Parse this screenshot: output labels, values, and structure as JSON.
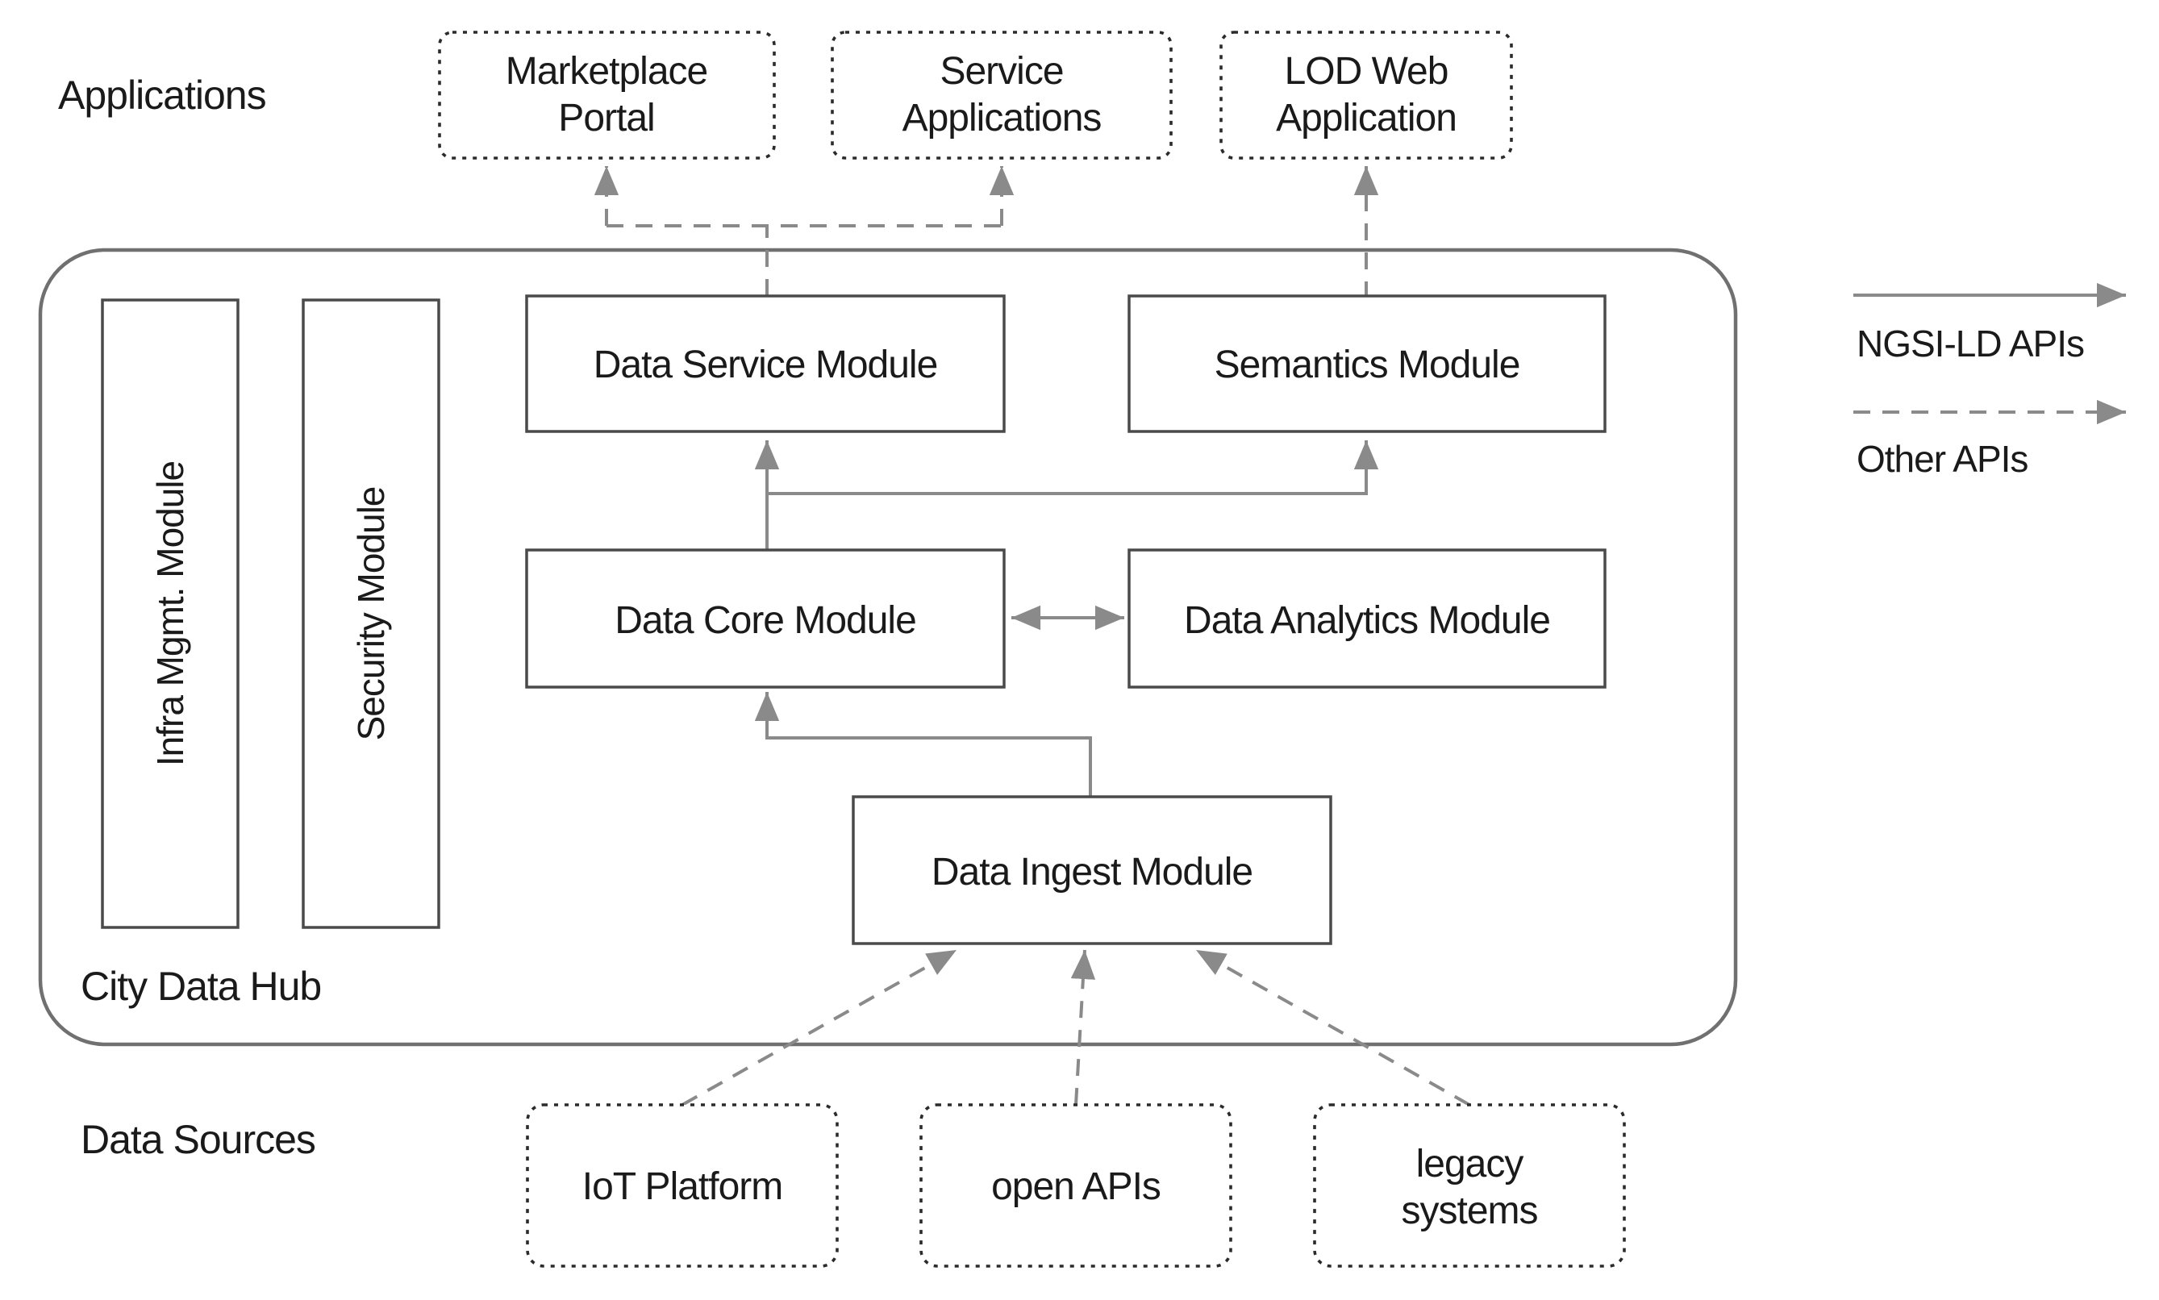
{
  "labels": {
    "applications": "Applications",
    "city_data_hub": "City Data Hub",
    "data_sources": "Data Sources"
  },
  "application_boxes": [
    {
      "name": "marketplace-portal",
      "line1": "Marketplace",
      "line2": "Portal"
    },
    {
      "name": "service-applications",
      "line1": "Service",
      "line2": "Applications"
    },
    {
      "name": "lod-web-application",
      "line1": "LOD Web",
      "line2": "Application"
    }
  ],
  "hub_modules": {
    "infra": "Infra Mgmt. Module",
    "security": "Security Module",
    "data_service": "Data Service Module",
    "semantics": "Semantics Module",
    "data_core": "Data Core Module",
    "data_analytics": "Data Analytics Module",
    "data_ingest": "Data Ingest Module"
  },
  "data_source_boxes": [
    {
      "name": "iot-platform",
      "line1": "IoT Platform",
      "line2": ""
    },
    {
      "name": "open-apis",
      "line1": "open APIs",
      "line2": ""
    },
    {
      "name": "legacy-systems",
      "line1": "legacy",
      "line2": "systems"
    }
  ],
  "legend": {
    "solid_label": "NGSI-LD APIs",
    "dashed_label": "Other APIs"
  },
  "colors": {
    "background": "#ffffff",
    "text": "#1a1a1a",
    "module_border": "#4a4a4a",
    "dotted_border": "#2b2b2b",
    "hub_border": "#707070",
    "arrow": "#8a8a8a"
  }
}
